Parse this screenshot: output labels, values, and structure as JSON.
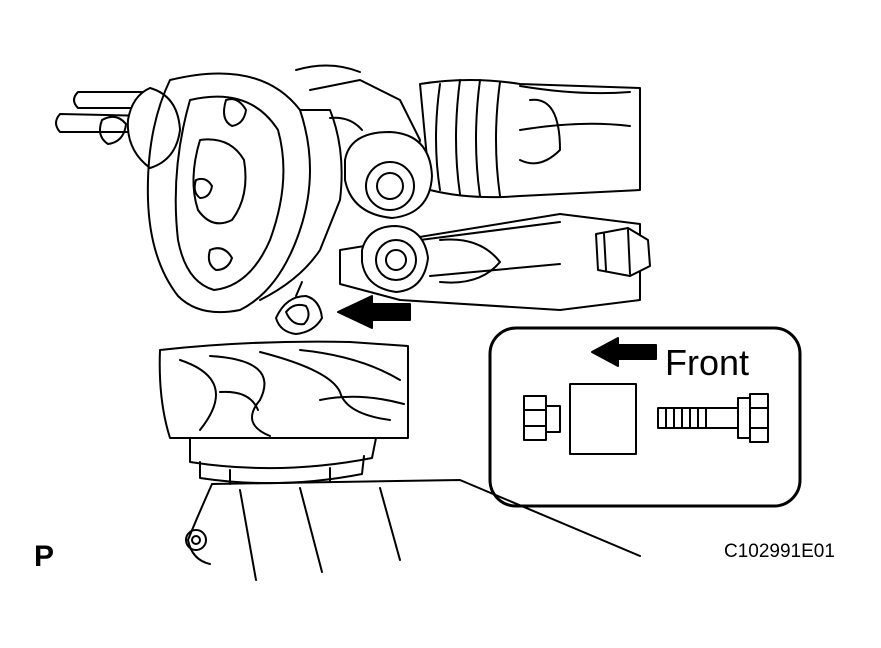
{
  "diagram": {
    "inset_label": "Front",
    "view_letter": "P",
    "figure_code": "C102991E01"
  },
  "colors": {
    "line": "#000000",
    "background": "#ffffff"
  }
}
